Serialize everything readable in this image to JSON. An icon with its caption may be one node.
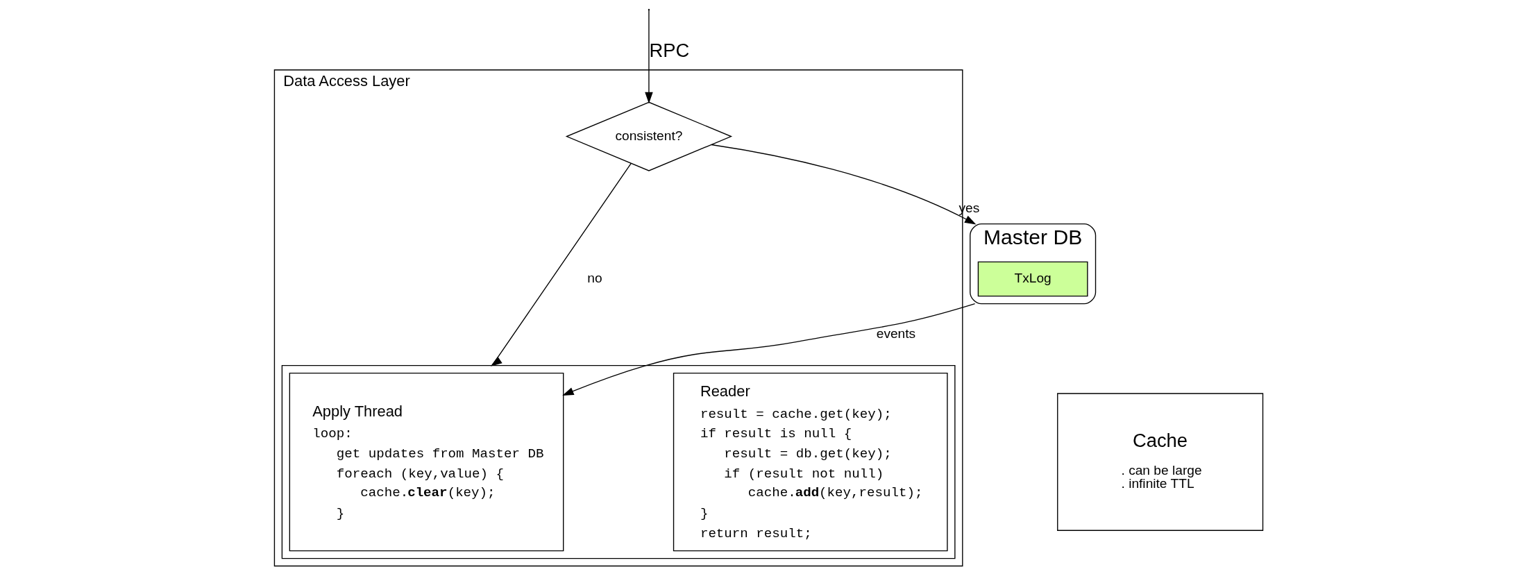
{
  "diagram": {
    "nodes": [
      {
        "text": [
          "Data Access Layer"
        ]
      },
      {
        "text": [
          "consistent?"
        ],
        "in": 0
      },
      {
        "text": [],
        "shape": "box",
        "in": 0
      },
      {
        "text": [
          "Apply Thread",
          "loop:",
          "   get updates from Master DB",
          "   foreach (key,value) {",
          "      cache.**clear**(key);",
          "   }"
        ],
        "in": 2
      },
      {
        "text": [
          "Reader",
          "result = cache.get(key);",
          "if result is null {",
          "   result = db.get(key);",
          "   if (result not null)",
          "      cache.**add**(key,result);",
          "}",
          "return result;"
        ],
        "in": 2
      },
      {
        "text": [
          "Master DB"
        ]
      },
      {
        "text": [
          "TxLog"
        ],
        "in": 5
      },
      {
        "text": [
          "Cache",
          ". can be large",
          ". infinite TTL"
        ]
      }
    ],
    "edges": [
      {
        "from": null,
        "to": 1,
        "label": "RPC",
        "arrow": "to"
      },
      {
        "from": 1,
        "to": 5,
        "label": "yes",
        "arrow": "to"
      },
      {
        "from": 1,
        "to": 2,
        "label": "no",
        "arrow": "to"
      },
      {
        "from": 5,
        "to": 3,
        "label": "events",
        "arrow": "to"
      }
    ]
  }
}
